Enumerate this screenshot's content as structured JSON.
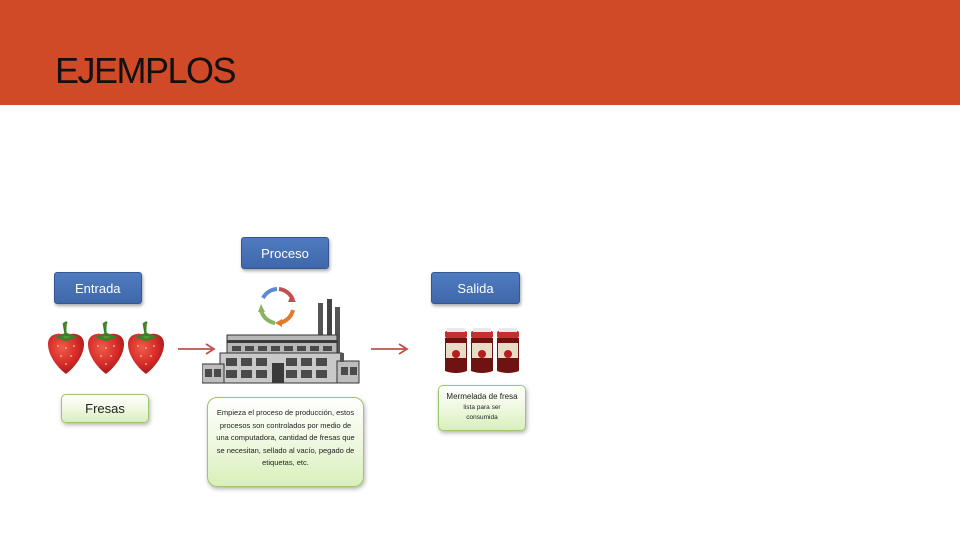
{
  "slide": {
    "title": "EJEMPLOS"
  },
  "diagram": {
    "proceso_label": "Proceso",
    "entrada_label": "Entrada",
    "salida_label": "Salida",
    "input_name": "Fresas",
    "process_description": "Empieza el proceso de producción, estos procesos son controlados por medio de una computadora, cantidad de fresas que se necesitan, sellado al vacío, pegado de etiquetas, etc.",
    "output_title": "Mermelada de fresa",
    "output_subtitle": "lista para ser consumida"
  },
  "colors": {
    "header": "#d14a28",
    "blue_box": "#4573b9",
    "green_box_border": "#9cc66a",
    "arrow": "#c0504d",
    "strawberry": "#d42a2a"
  },
  "icons": [
    "strawberry-icon",
    "arrow-right-icon",
    "cycle-icon",
    "factory-icon",
    "jam-jar-icon"
  ]
}
